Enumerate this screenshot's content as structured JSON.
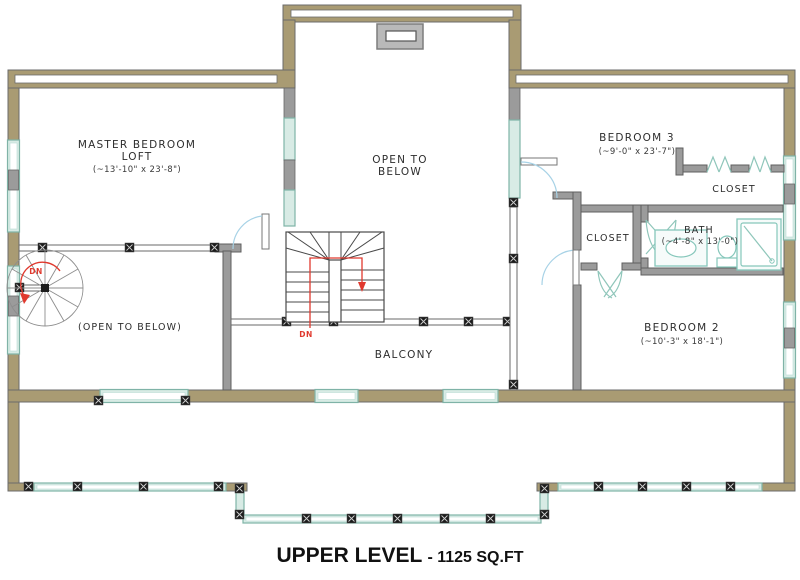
{
  "title": {
    "main": "UPPER LEVEL",
    "suffix": " - 1125 SQ.FT"
  },
  "rooms": {
    "master_loft": {
      "line1": "MASTER BEDROOM",
      "line2": "LOFT",
      "dims": "(~13'-10\" x 23'-8\")"
    },
    "open_to_below_center": {
      "line1": "OPEN TO",
      "line2": "BELOW"
    },
    "bedroom3": {
      "name": "BEDROOM 3",
      "dims": "(~9'-0\" x 23'-7\")"
    },
    "closet_bedroom3": {
      "name": "CLOSET"
    },
    "closet_hall": {
      "name": "CLOSET"
    },
    "bath": {
      "name": "BATH",
      "dims": "(~4'-8\" x 13'-0\")"
    },
    "bedroom2": {
      "name": "BEDROOM 2",
      "dims": "(~10'-3\" x 18'-1\")"
    },
    "open_to_below_left": {
      "name": "(OPEN TO BELOW)"
    },
    "balcony": {
      "name": "BALCONY"
    }
  },
  "annotations": {
    "main_stair_dn": "DN",
    "spiral_stair_dn": "DN"
  },
  "colors": {
    "exterior_wall": "#a99b73",
    "interior_wall": "#9b9b9b",
    "window_glass": "#d8ebe5",
    "window_frame": "#7fb3a7",
    "door_swing": "#a7d2e6",
    "stair_annotation_red": "#e0392e",
    "text": "#2d2d2d"
  }
}
